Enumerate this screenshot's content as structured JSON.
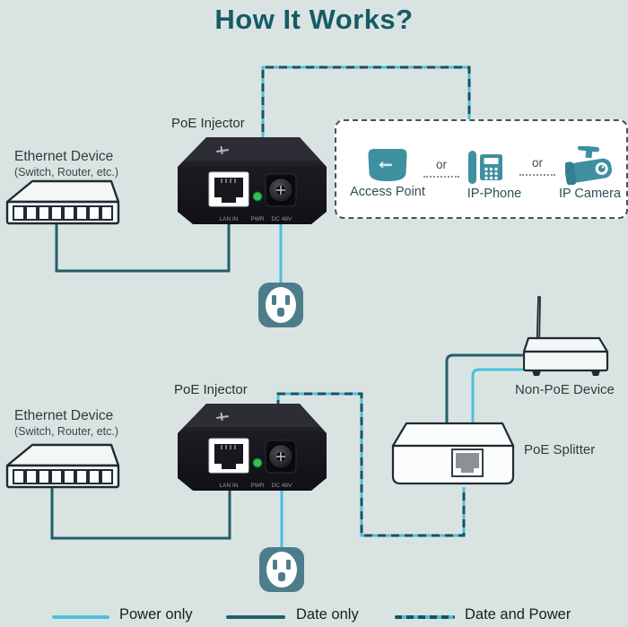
{
  "title": "How It Works?",
  "top_diagram": {
    "ethernet_device": {
      "label": "Ethernet Device",
      "sublabel": "(Switch, Router, etc.)"
    },
    "injector_label": "PoE Injector",
    "or_label": "or",
    "options": [
      {
        "label": "Access Point",
        "icon": "access-point-icon"
      },
      {
        "label": "IP-Phone",
        "icon": "ip-phone-icon"
      },
      {
        "label": "IP Camera",
        "icon": "ip-camera-icon"
      }
    ]
  },
  "bottom_diagram": {
    "ethernet_device": {
      "label": "Ethernet Device",
      "sublabel": "(Switch, Router, etc.)"
    },
    "injector_label": "PoE Injector",
    "non_poe_label": "Non-PoE Device",
    "splitter_label": "PoE Splitter"
  },
  "injector_panel": {
    "lan": "LAN IN",
    "pwr": "PWR",
    "dc": "DC 48V"
  },
  "legend": [
    {
      "label": "Power only",
      "style": "power",
      "color": "#4cc0da"
    },
    {
      "label": "Date only",
      "style": "data",
      "color": "#235e6b"
    },
    {
      "label": "Date and Power",
      "style": "data-power",
      "colors": [
        "#1d4f5e",
        "#4cc0da"
      ]
    }
  ],
  "colors": {
    "background": "#d9e4e2",
    "title": "#175a66",
    "power_line": "#4cc0da",
    "data_line": "#235e6b",
    "device_accent": "#3e8fa0",
    "outlet": "#4d7d8b"
  }
}
